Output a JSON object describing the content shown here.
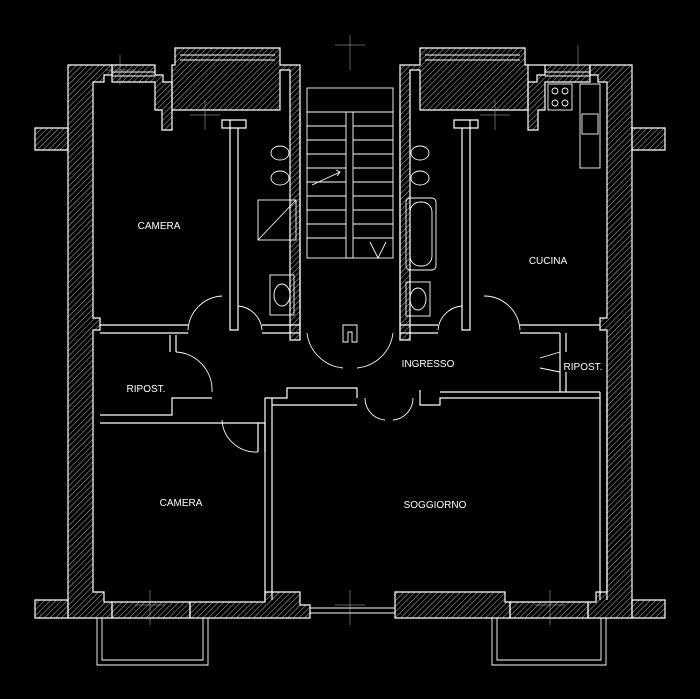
{
  "colors": {
    "background": "#000000",
    "lines": "#ffffff"
  },
  "rooms": {
    "camera_top": "CAMERA",
    "camera_bottom": "CAMERA",
    "cucina": "CUCINA",
    "ingresso": "INGRESSO",
    "soggiorno": "SOGGIORNO",
    "ripost_left": "RIPOST.",
    "ripost_right": "RIPOST."
  }
}
